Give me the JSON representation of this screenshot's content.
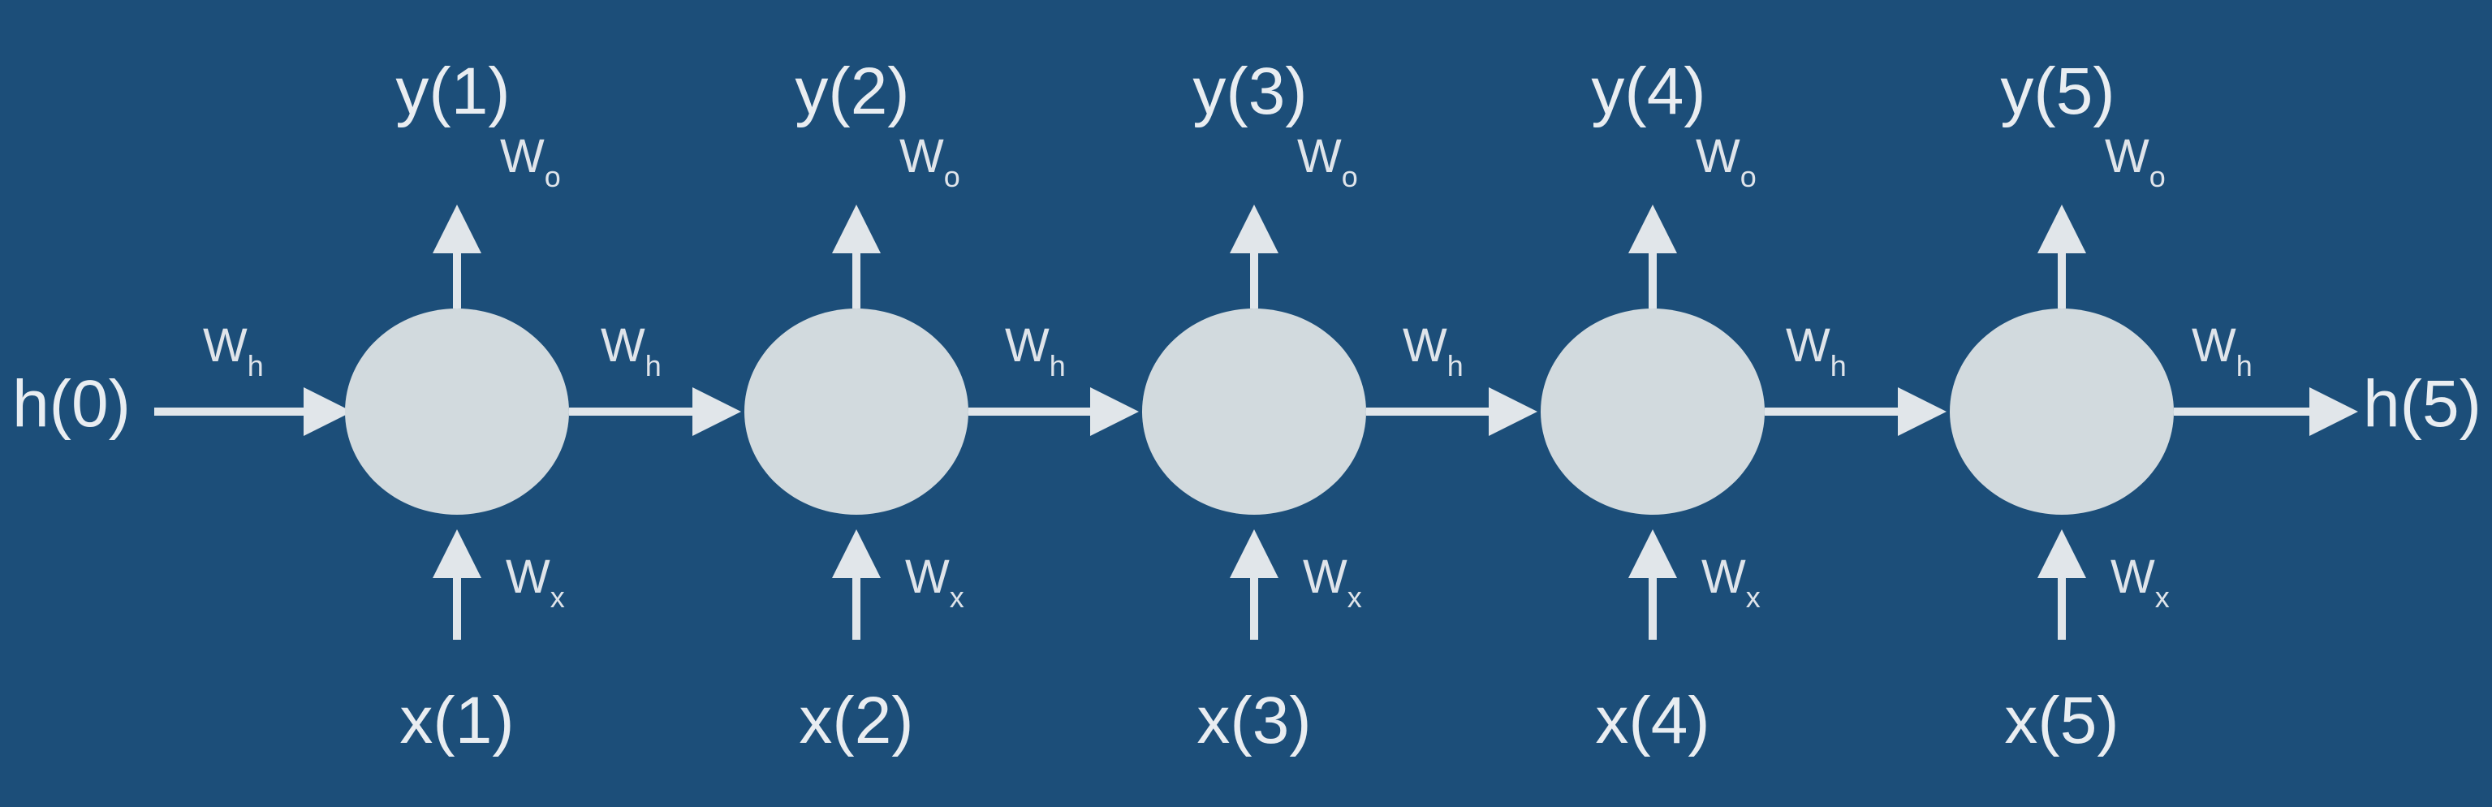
{
  "colors": {
    "background": "#1c4e79",
    "node": "#d2dade",
    "arrow": "#e1e6ea",
    "text": "#e9edf1"
  },
  "initial_state": "h(0)",
  "final_state": "h(5)",
  "cells": [
    {
      "input": "x(1)",
      "output": "y(1)"
    },
    {
      "input": "x(2)",
      "output": "y(2)"
    },
    {
      "input": "x(3)",
      "output": "y(3)"
    },
    {
      "input": "x(4)",
      "output": "y(4)"
    },
    {
      "input": "x(5)",
      "output": "y(5)"
    }
  ],
  "weights": {
    "hidden": {
      "base": "W",
      "sub": "h"
    },
    "output": {
      "base": "W",
      "sub": "o"
    },
    "input": {
      "base": "W",
      "sub": "x"
    }
  }
}
